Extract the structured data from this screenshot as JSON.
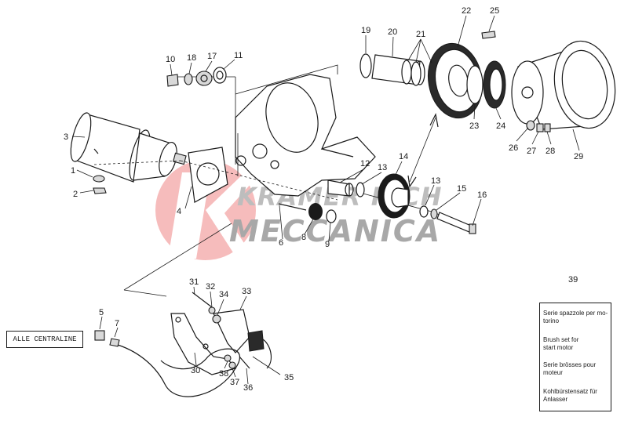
{
  "callouts": {
    "n1": "1",
    "n2": "2",
    "n3": "3",
    "n4": "4",
    "n5": "5",
    "n6": "6",
    "n7": "7",
    "n8": "8",
    "n9": "9",
    "n10": "10",
    "n11": "11",
    "n12": "12",
    "n13a": "13",
    "n13b": "13",
    "n14": "14",
    "n15": "15",
    "n16": "16",
    "n17": "17",
    "n18": "18",
    "n19": "19",
    "n20": "20",
    "n21": "21",
    "n22": "22",
    "n23": "23",
    "n24": "24",
    "n25": "25",
    "n26": "26",
    "n27": "27",
    "n28": "28",
    "n29": "29",
    "n30": "30",
    "n31": "31",
    "n32": "32",
    "n33": "33",
    "n34": "34",
    "n35": "35",
    "n36": "36",
    "n37": "37",
    "n38": "38",
    "n39": "39"
  },
  "centraline_label": "ALLE CENTRALINE",
  "legend": {
    "line1": "Serie spazzole per mo-",
    "line2": "torino",
    "line3": "Brush set for",
    "line4": "start motor",
    "line5": "Serie brösses pour",
    "line6": "moteur",
    "line7": "Kohlbürstensatz für",
    "line8": "Anlasser"
  },
  "watermark": {
    "line1": "KRAMER RICH",
    "line2": "MECCANICA",
    "logo_color": "#f4a6a6"
  }
}
